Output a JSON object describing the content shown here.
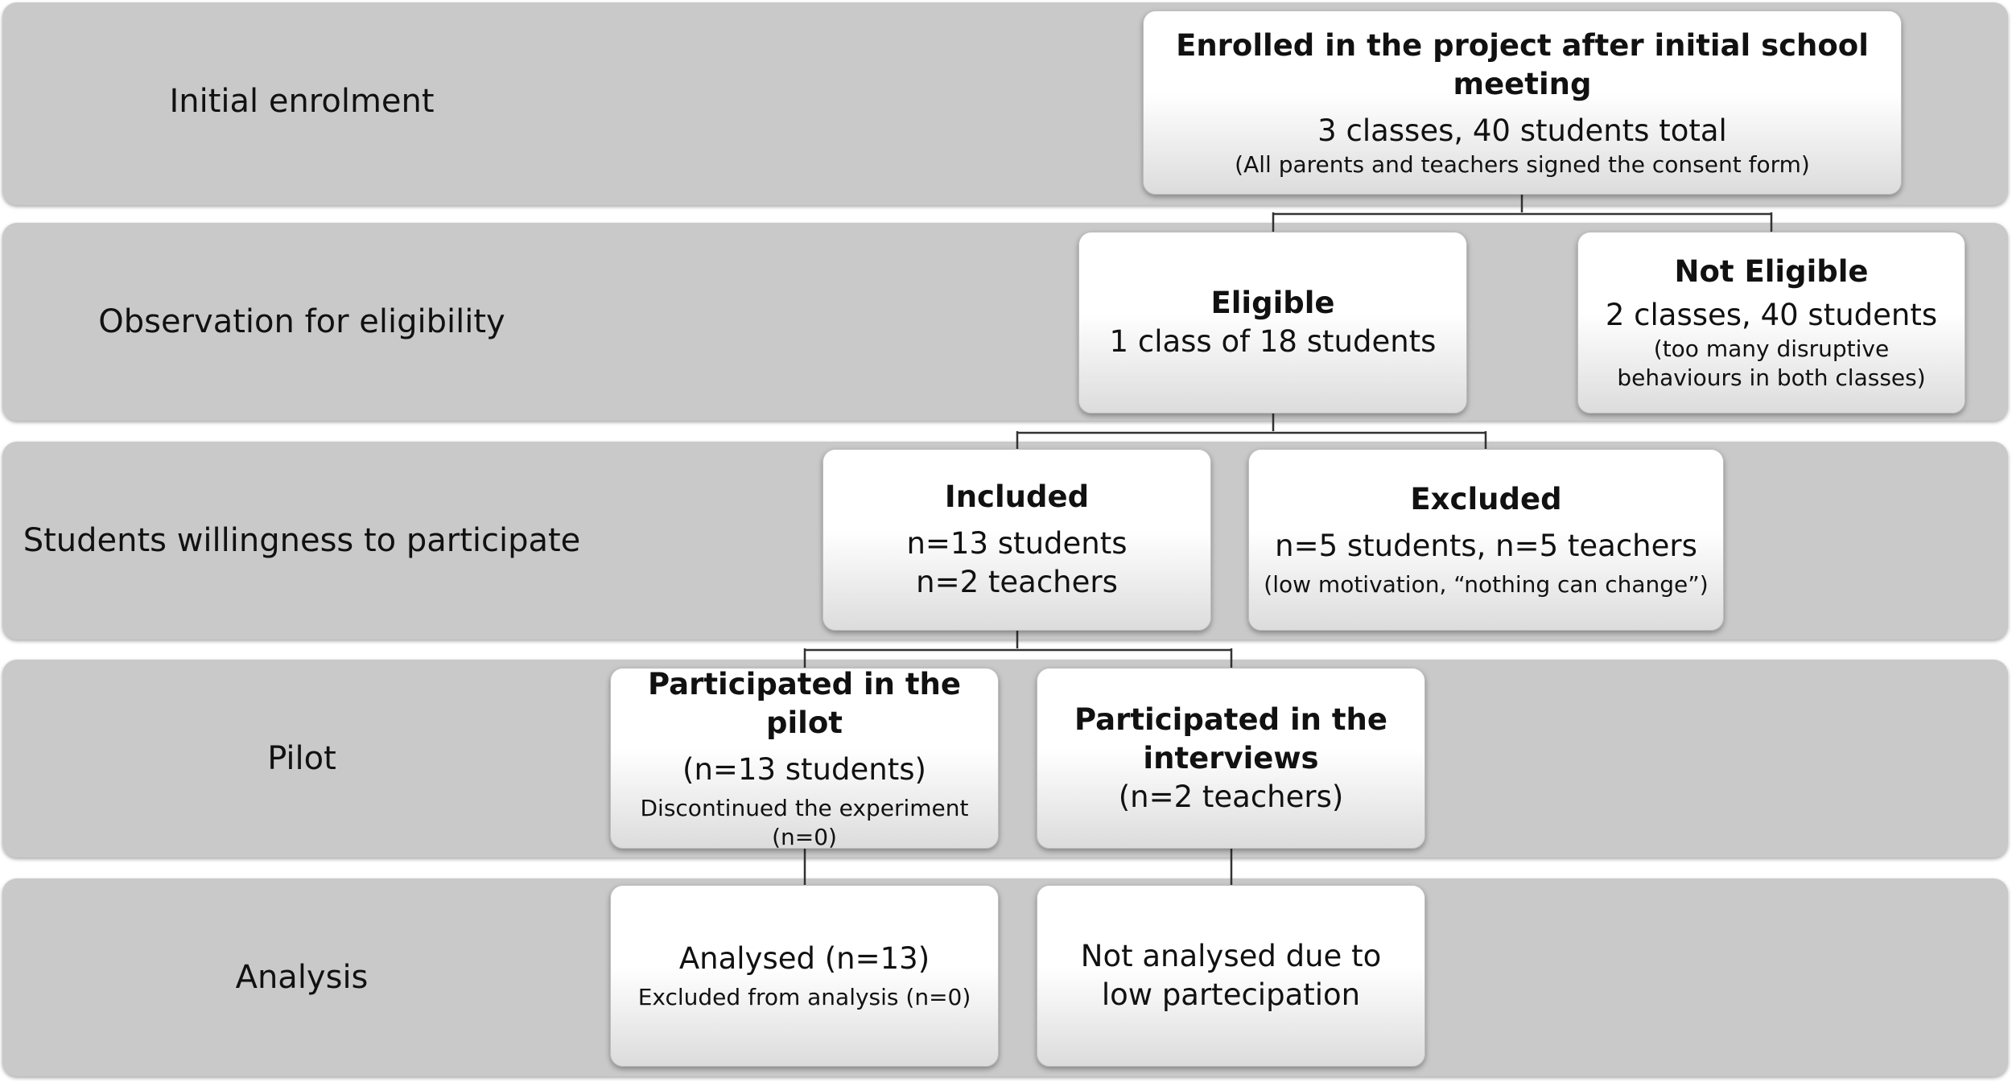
{
  "stages": [
    {
      "label": "Initial enrolment"
    },
    {
      "label": "Observation for eligibility"
    },
    {
      "label": "Students willingness to participate"
    },
    {
      "label": "Pilot"
    },
    {
      "label": "Analysis"
    }
  ],
  "boxes": {
    "enrolled": {
      "title": "Enrolled in the project after initial school meeting",
      "count": "3 classes, 40 students total",
      "note": "(All parents and teachers signed the consent form)"
    },
    "eligible": {
      "title": "Eligible",
      "count": "1 class of  18 students"
    },
    "not_eligible": {
      "title": "Not Eligible",
      "count": "2 classes, 40 students",
      "note": "(too many disruptive behaviours in both classes)"
    },
    "included": {
      "title": "Included",
      "count_students": "n=13 students",
      "count_teachers": "n=2 teachers"
    },
    "excluded": {
      "title": "Excluded",
      "count": "n=5 students, n=5 teachers",
      "note": "(low motivation, “nothing can change”)"
    },
    "pilot": {
      "title": "Participated in the pilot",
      "count": "(n=13 students)",
      "note": "Discontinued the experiment (n=0)"
    },
    "interviews": {
      "title": "Participated in the interviews",
      "count": "(n=2 teachers)"
    },
    "analysed": {
      "count": "Analysed (n=13)",
      "note": "Excluded from analysis (n=0)"
    },
    "not_analysed": {
      "text": "Not analysed due to low partecipation"
    }
  }
}
